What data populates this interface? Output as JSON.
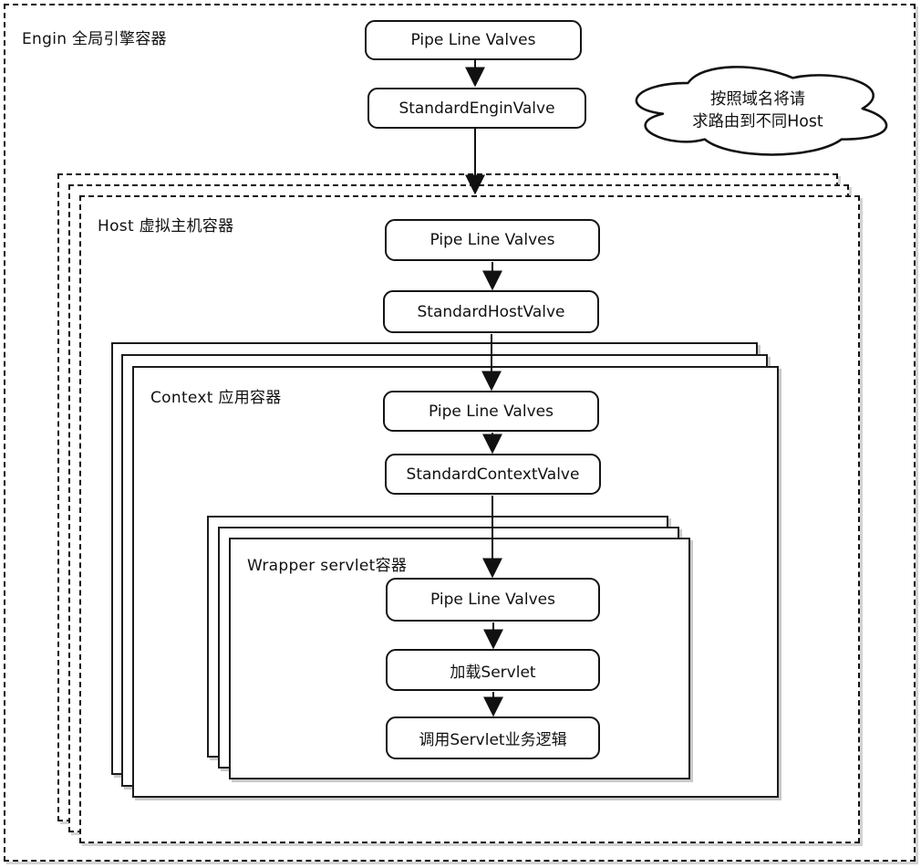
{
  "colors": {
    "stroke": "#111111",
    "fill": "#ffffff",
    "shadow": "#d2d2d2"
  },
  "engine": {
    "label": "Engin 全局引擎容器",
    "pipeline_label": "Pipe Line Valves",
    "valve_label": "StandardEnginValve"
  },
  "cloud": {
    "text_line1": "按照域名将请",
    "text_line2": "求路由到不同Host"
  },
  "host": {
    "label": "Host 虚拟主机容器",
    "pipeline_label": "Pipe Line Valves",
    "valve_label": "StandardHostValve"
  },
  "context": {
    "label": "Context 应用容器",
    "pipeline_label": "Pipe Line Valves",
    "valve_label": "StandardContextValve"
  },
  "wrapper": {
    "label": "Wrapper servlet容器",
    "pipeline_label": "Pipe Line Valves",
    "load_label": "加载Servlet",
    "invoke_label": "调用Servlet业务逻辑"
  }
}
